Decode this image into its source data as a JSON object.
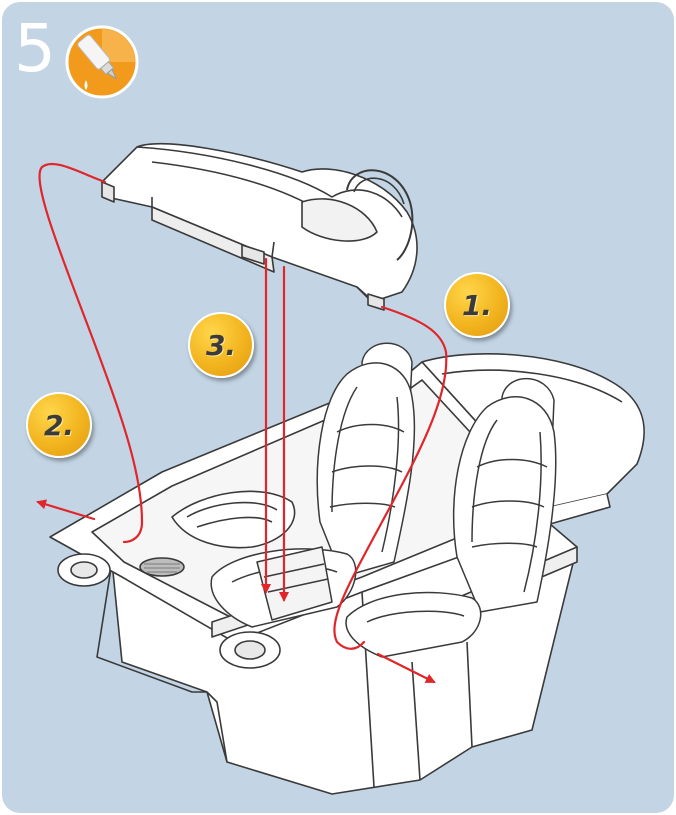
{
  "step": {
    "number": "5"
  },
  "badges": [
    {
      "label": "1."
    },
    {
      "label": "2."
    },
    {
      "label": "3."
    }
  ],
  "icons": {
    "tool": "glue-tube-icon"
  },
  "colors": {
    "panel": "#c3d5e5",
    "guide_line": "#e0262b",
    "badge": "#f2b41f",
    "tool_circle": "#f29a1c",
    "outline": "#3a3a3a"
  }
}
